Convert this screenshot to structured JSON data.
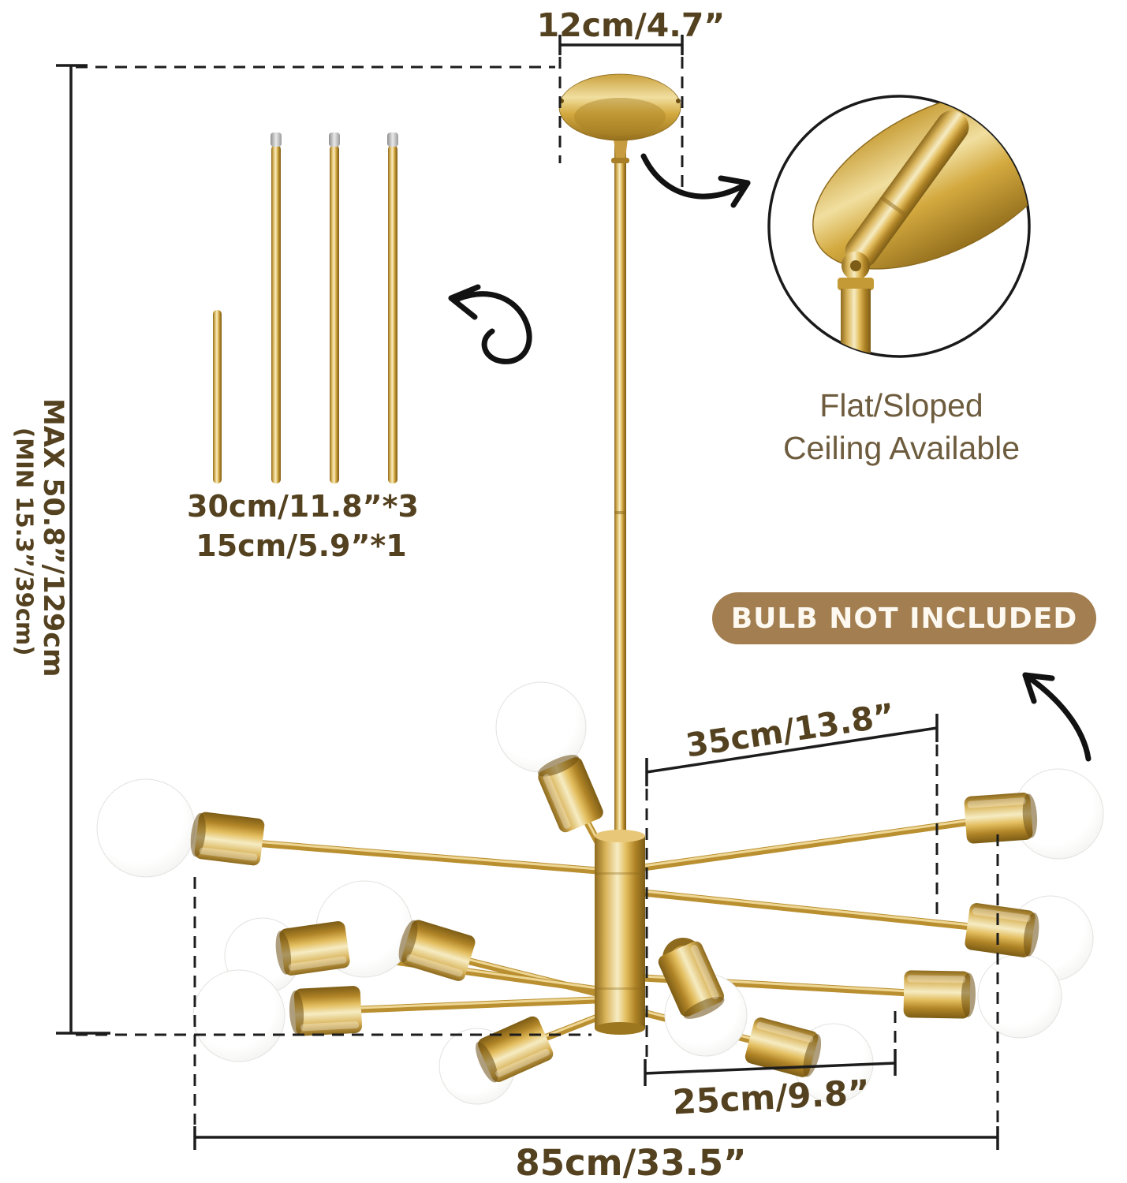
{
  "product": "sputnik-chandelier-dimension-diagram",
  "dimensions": {
    "canopy_width": "12cm/4.7”",
    "height_max": "MAX 50.8”/129cm",
    "height_min": "(MIN 15.3”/39cm)",
    "rod_long": "30cm/11.8”",
    "rod_long_count": "*3",
    "rod_short": "15cm/5.9”",
    "rod_short_count": "*1",
    "upper_arm_length": "35cm/13.8”",
    "lower_arm_length": "25cm/9.8”",
    "total_width": "85cm/33.5”"
  },
  "callouts": {
    "ceiling_line1": "Flat/Sloped",
    "ceiling_line2": "Ceiling Available",
    "badge": "BULB NOT INCLUDED"
  },
  "colors": {
    "text": "#53411f",
    "callout_text": "#6e5c3e",
    "badge_bg": "#a27e50",
    "badge_text": "#fdf9f0",
    "line": "#1c1c1c",
    "gold": "#c79b3f",
    "gold_light": "#f3e2a8",
    "gold_dark": "#8a681c",
    "bulb": "#ffffff",
    "background": "#ffffff"
  }
}
